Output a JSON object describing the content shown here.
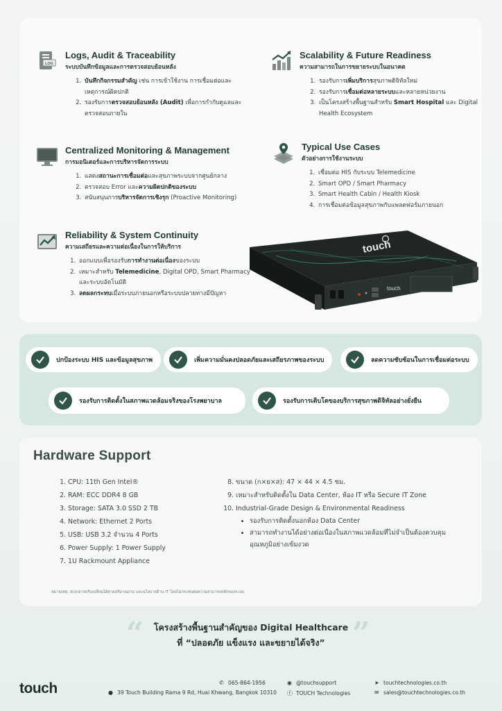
{
  "features": [
    {
      "title": "Logs, Audit & Traceability",
      "subtitle": "ระบบบันทึกข้อมูลและการตรวจสอบย้อนหลัง",
      "items": [
        {
          "pre": "",
          "bold": "บันทึกกิจกรรมสำคัญ",
          "post": " เช่น การเข้าใช้งาน การเชื่อมต่อและเหตุการณ์ผิดปกติ"
        },
        {
          "pre": "รองรับการ",
          "bold": "ตรวจสอบย้อนหลัง (Audit)",
          "post": " เพื่อการกำกับดูแลและตรวจสอบภายใน"
        }
      ]
    },
    {
      "title": "Scalability & Future Readiness",
      "subtitle": "ความสามารถในการขยายระบบในอนาคต",
      "items": [
        {
          "pre": "รองรับการ",
          "bold": "เพิ่มบริการ",
          "post": "สุขภาพดิจิทัลใหม่"
        },
        {
          "pre": "รองรับการ",
          "bold": "เชื่อมต่อหลายระบบ",
          "post": "และหลายหน่วยงาน"
        },
        {
          "pre": "เป็นโครงสร้างพื้นฐานสำหรับ ",
          "bold": "Smart Hospital",
          "post": " และ Digital Health Ecosystem"
        }
      ]
    },
    {
      "title": "Centralized Monitoring & Management",
      "subtitle": "การมอนิเตอร์และการบริหารจัดการระบบ",
      "items": [
        {
          "pre": "แสดง",
          "bold": "สถานะการเชื่อมต่อ",
          "post": "และสุขภาพระบบจากศูนย์กลาง"
        },
        {
          "pre": "ตรวจสอบ Error และ",
          "bold": "ความผิดปกติของระบบ",
          "post": ""
        },
        {
          "pre": "สนับสนุนการ",
          "bold": "บริหารจัดการเชิงรุก",
          "post": " (Proactive Monitoring)"
        }
      ]
    },
    {
      "title": "Typical Use Cases",
      "subtitle": "ตัวอย่างการใช้งานระบบ",
      "items": [
        {
          "pre": "เชื่อมต่อ HIS กับระบบ Telemedicine",
          "bold": "",
          "post": ""
        },
        {
          "pre": "Smart OPD / Smart Pharmacy",
          "bold": "",
          "post": ""
        },
        {
          "pre": "Smart Health Cabin / Health Kiosk",
          "bold": "",
          "post": ""
        },
        {
          "pre": "การเชื่อมต่อข้อมูลสุขภาพกับแพลตฟอร์มภายนอก",
          "bold": "",
          "post": ""
        }
      ]
    },
    {
      "title": "Reliability & System Continuity",
      "subtitle": "ความเสถียรและความต่อเนื่องในการให้บริการ",
      "items": [
        {
          "pre": "ออกแบบเพื่อรองรับ",
          "bold": "การทำงานต่อเนื่อง",
          "post": "ของระบบ"
        },
        {
          "pre": "เหมาะสำหรับ ",
          "bold": "Telemedicine",
          "post": ", Digital OPD, Smart Pharmacy และระบบอัตโนมัติ"
        },
        {
          "pre": "",
          "bold": "ลดผลกระทบ",
          "post": "เมื่อระบบภายนอกหรือระบบปลายทางมีปัญหา"
        }
      ]
    }
  ],
  "device": {
    "brand": "touch",
    "front_label": "touch"
  },
  "benefits": [
    "ปกป้องระบบ HIS และข้อมูลสุขภาพ",
    "เพิ่มความมั่นคงปลอดภัยและเสถียรภาพของระบบ",
    "ลดความซับซ้อนในการเชื่อมต่อระบบ",
    "รองรับการติดตั้งในสภาพแวดล้อมจริงของโรงพยาบาล",
    "รองรับการเติบโตของบริการสุขภาพดิจิทัลอย่างยั่งยืน"
  ],
  "hardware": {
    "title": "Hardware Support",
    "left": [
      "CPU: 11th Gen Intel®",
      "RAM: ECC DDR4 8 GB",
      "Storage: SATA 3.0 SSD 2 TB",
      "Network: Ethernet 2 Ports",
      "USB: USB 3.2 จำนวน 4 Ports",
      "Power Supply: 1 Power Supply",
      "1U Rackmount Appliance"
    ],
    "right": [
      "ขนาด (ก×ย×ส): 47 × 44 × 4.5 ซม.",
      "เหมาะสำหรับติดตั้งใน Data Center, ห้อง IT หรือ Secure IT Zone",
      "Industrial-Grade Design & Environmental Readiness"
    ],
    "right_sub": [
      "รองรับการติดตั้งนอกห้อง Data Center",
      "สามารถทำงานได้อย่างต่อเนื่องในสภาพแวดล้อมที่ไม่จำเป็นต้องควบคุมอุณหภูมิอย่างเข้มงวด"
    ],
    "note": "หมายเหตุ: สเปกอาจปรับเปลี่ยนได้ตามปริมาณงาน และนโยบายด้าน IT โดยไม่กระทบต่อความสามารถหลักของระบบ"
  },
  "quote": {
    "line1": "โครงสร้างพื้นฐานสำคัญของ Digital Healthcare",
    "line2": "ที่ “ปลอดภัย แข็งแรง และขยายได้จริง”"
  },
  "footer": {
    "logo": "touch",
    "address": "39 Touch Building Rama 9 Rd, Huai Khwang, Bangkok 10310",
    "phone": "065-864-1956",
    "line": "@touchsupport",
    "facebook": "TOUCH Technologies",
    "website": "touchtechnologies.co.th",
    "email": "sales@touchtechnologies.co.th"
  },
  "colors": {
    "accent": "#2f5548",
    "benefit_bg": "#d6e7e0",
    "logo_dot": "#3d8a6e"
  }
}
